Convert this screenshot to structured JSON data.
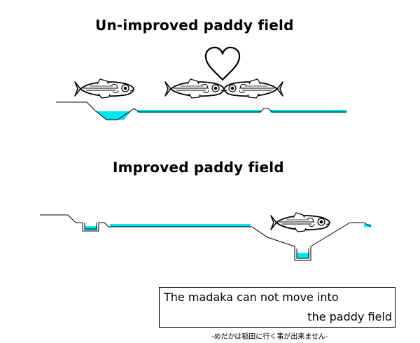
{
  "diagram": {
    "top_title": "Un-improved paddy field",
    "bottom_title": "Improved paddy field",
    "caption_line1": "The madaka can not move into",
    "caption_line2": "the paddy field",
    "japanese_note": "-めだかは稲田に行く事が出来ません-"
  },
  "colors": {
    "water": "#00e5f0",
    "ground_line": "#000000",
    "fish_outline": "#000000"
  },
  "icons": [
    "fish-icon",
    "heart-icon"
  ]
}
